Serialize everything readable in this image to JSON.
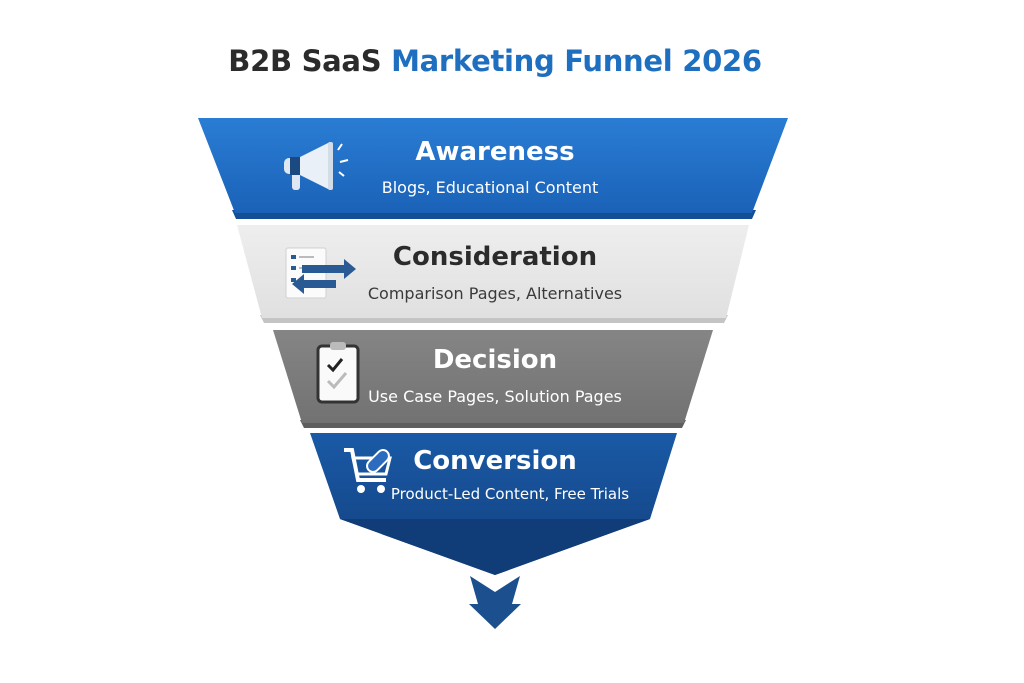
{
  "title": {
    "part1": "B2B SaaS",
    "part2": "Marketing Funnel 2026"
  },
  "stages": [
    {
      "name": "Awareness",
      "content": "Blogs, Educational Content",
      "icon": "megaphone-icon",
      "color": "#1e6fc8"
    },
    {
      "name": "Consideration",
      "content": "Comparison Pages, Alternatives",
      "icon": "comparison-checklist-icon",
      "color": "#e6e6e6"
    },
    {
      "name": "Decision",
      "content": "Use Case Pages, Solution Pages",
      "icon": "clipboard-check-icon",
      "color": "#7b7b7b"
    },
    {
      "name": "Conversion",
      "content": "Product-Led Content, Free Trials",
      "icon": "cart-tag-icon",
      "color": "#164f96"
    }
  ]
}
